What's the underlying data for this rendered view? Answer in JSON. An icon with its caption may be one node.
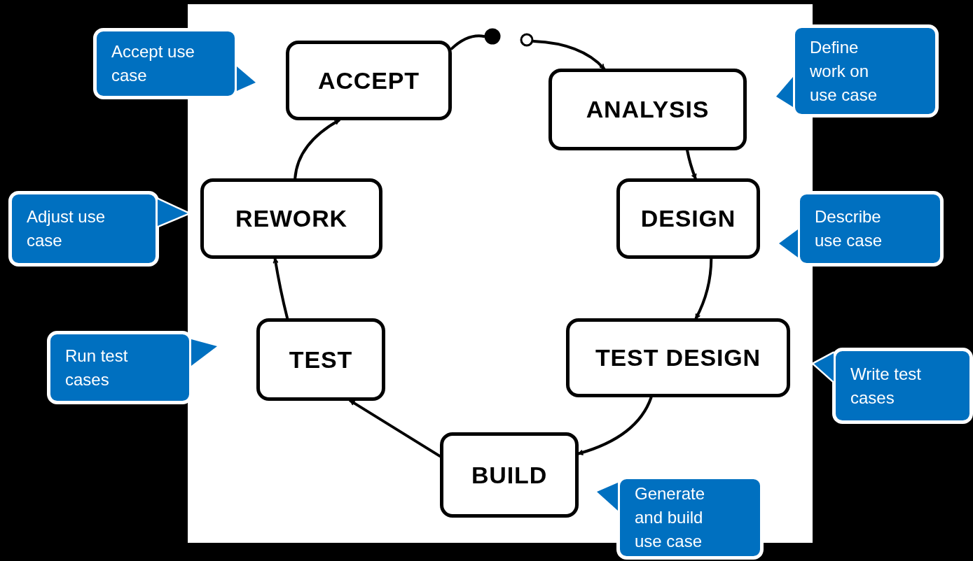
{
  "diagram": {
    "nodes": [
      {
        "text": [
          "ACCEPT"
        ]
      },
      {
        "text": [],
        "shape": "circle"
      },
      {
        "text": [],
        "shape": "circle"
      },
      {
        "text": [
          "ANALYSIS"
        ]
      },
      {
        "text": [
          "DESIGN"
        ]
      },
      {
        "text": [
          "TEST DESIGN"
        ]
      },
      {
        "text": [
          "BUILD"
        ]
      },
      {
        "text": [
          "TEST"
        ]
      },
      {
        "text": [
          "REWORK"
        ]
      },
      {
        "text": [
          "Accept use case"
        ]
      },
      {
        "text": [
          "Define work on use case"
        ]
      },
      {
        "text": [
          "Adjust use case"
        ]
      },
      {
        "text": [
          "Describe use case"
        ]
      },
      {
        "text": [
          "Run test cases"
        ]
      },
      {
        "text": [
          "Write test cases"
        ]
      },
      {
        "text": [
          "Generate and build use case"
        ]
      }
    ],
    "edges": [
      {
        "from": 0,
        "to": 1,
        "arrow": "none"
      },
      {
        "from": 2,
        "to": 3,
        "arrow": "to"
      },
      {
        "from": 3,
        "to": 4,
        "arrow": "to"
      },
      {
        "from": 4,
        "to": 5,
        "arrow": "to"
      },
      {
        "from": 5,
        "to": 6,
        "arrow": "to"
      },
      {
        "from": 6,
        "to": 7,
        "arrow": "to"
      },
      {
        "from": 7,
        "to": 8,
        "arrow": "to"
      },
      {
        "from": 8,
        "to": 0,
        "arrow": "to"
      }
    ]
  }
}
